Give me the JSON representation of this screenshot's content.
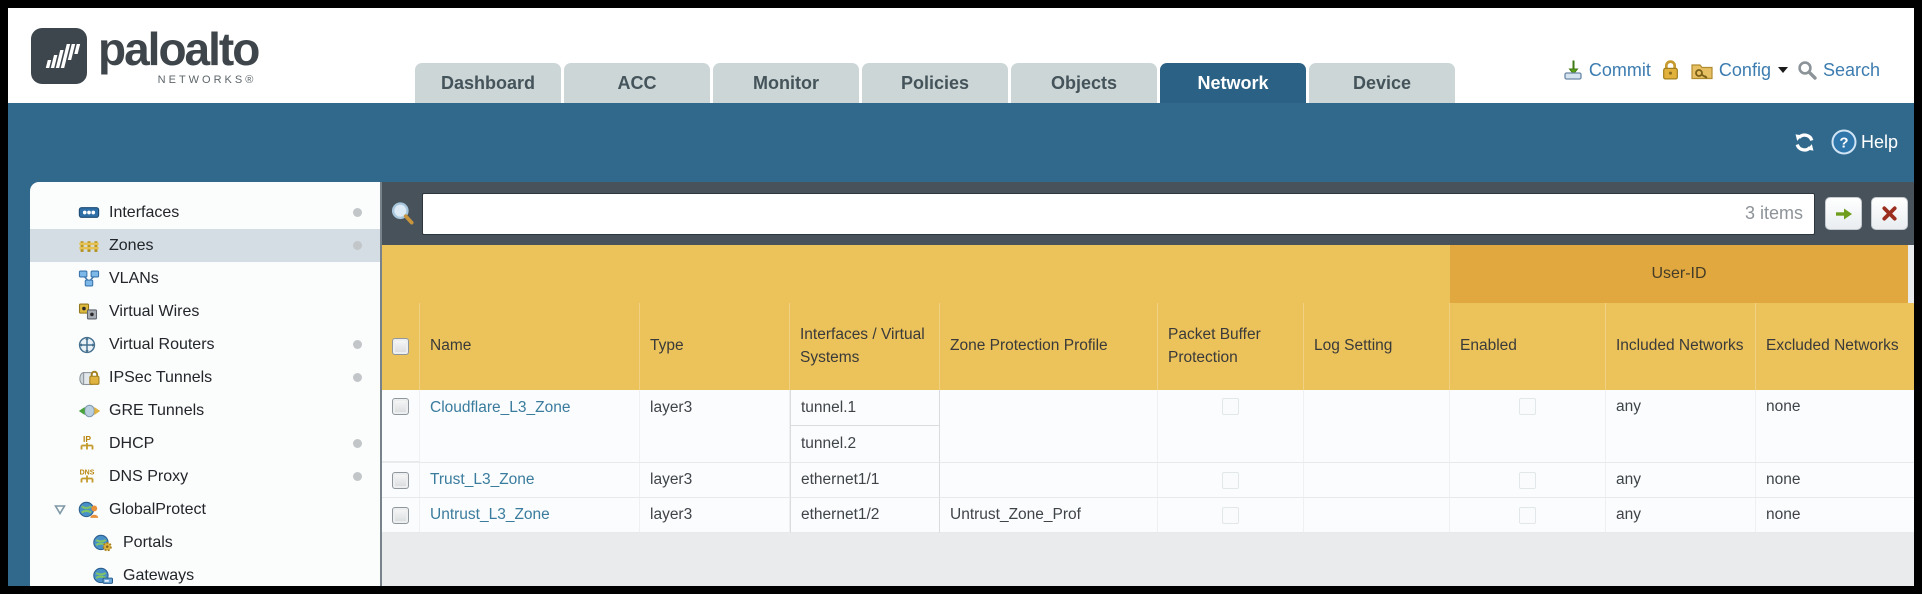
{
  "header": {
    "brand": {
      "name": "paloalto",
      "sub": "NETWORKS®"
    },
    "tabs": [
      {
        "label": "Dashboard"
      },
      {
        "label": "ACC"
      },
      {
        "label": "Monitor"
      },
      {
        "label": "Policies"
      },
      {
        "label": "Objects"
      },
      {
        "label": "Network"
      },
      {
        "label": "Device"
      }
    ],
    "active_tab": "Network",
    "actions": {
      "commit": "Commit",
      "config": "Config",
      "search": "Search"
    }
  },
  "toolbar": {
    "help_label": "Help"
  },
  "sidebar": {
    "items": [
      {
        "label": "Interfaces"
      },
      {
        "label": "Zones"
      },
      {
        "label": "VLANs"
      },
      {
        "label": "Virtual Wires"
      },
      {
        "label": "Virtual Routers"
      },
      {
        "label": "IPSec Tunnels"
      },
      {
        "label": "GRE Tunnels"
      },
      {
        "label": "DHCP"
      },
      {
        "label": "DNS Proxy"
      },
      {
        "label": "GlobalProtect"
      },
      {
        "label": "Portals"
      },
      {
        "label": "Gateways"
      }
    ],
    "selected": "Zones"
  },
  "filter_bar": {
    "value": "",
    "count_label": "3 items"
  },
  "table": {
    "group_header": "User-ID",
    "columns": {
      "name": "Name",
      "type": "Type",
      "interfaces": "Interfaces / Virtual Systems",
      "zpp": "Zone Protection Profile",
      "pbp": "Packet Buffer Protection",
      "log": "Log Setting",
      "enabled": "Enabled",
      "included": "Included Networks",
      "excluded": "Excluded Networks"
    },
    "rows": [
      {
        "name": "Cloudflare_L3_Zone",
        "type": "layer3",
        "if0": "tunnel.1",
        "if1": "tunnel.2",
        "zpp": "",
        "log": "",
        "included": "any",
        "excluded": "none"
      },
      {
        "name": "Trust_L3_Zone",
        "type": "layer3",
        "if0": "ethernet1/1",
        "zpp": "",
        "log": "",
        "included": "any",
        "excluded": "none"
      },
      {
        "name": "Untrust_L3_Zone",
        "type": "layer3",
        "if0": "ethernet1/2",
        "zpp": "Untrust_Zone_Prof",
        "log": "",
        "included": "any",
        "excluded": "none"
      }
    ]
  },
  "colors": {
    "teal_band": "#31698c",
    "active_tab": "#2a6184",
    "slate_bar": "#47525b",
    "header_amber": "#ecc25a",
    "user_id_band": "#e0a83e",
    "link": "#3a7c9e",
    "selected_row": "#d3dde3"
  }
}
